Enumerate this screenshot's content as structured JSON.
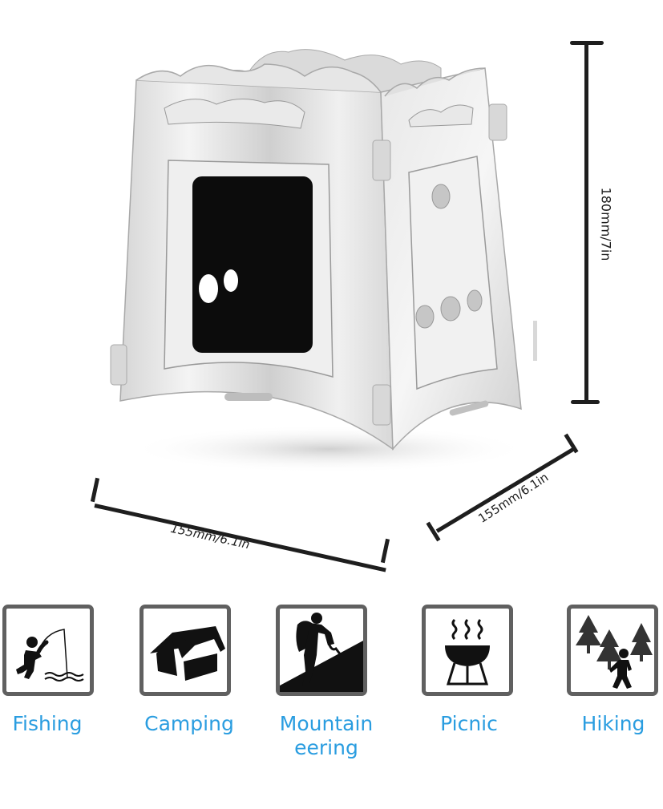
{
  "product": {
    "name": "folding-stainless-wood-stove",
    "image_alt": "Stainless steel folding wood-burning camp stove"
  },
  "dimensions": {
    "height": "180mm/7in",
    "width_front": "155mm/6.1in",
    "width_side": "155mm/6.1in"
  },
  "activities": [
    {
      "label": "Fishing",
      "icon": "fishing-icon"
    },
    {
      "label": "Camping",
      "icon": "tent-icon"
    },
    {
      "label": "Mountain\neering",
      "label_line1": "Mountain",
      "label_line2": "eering",
      "icon": "climber-icon"
    },
    {
      "label": "Picnic",
      "icon": "grill-icon"
    },
    {
      "label": "Hiking",
      "icon": "hiker-icon"
    }
  ],
  "colors": {
    "label_blue": "#2a9de0",
    "frame_gray": "#606060",
    "dim_line": "#1e1e1e",
    "steel_light": "#ececec",
    "steel_dark": "#b4b4b4"
  }
}
